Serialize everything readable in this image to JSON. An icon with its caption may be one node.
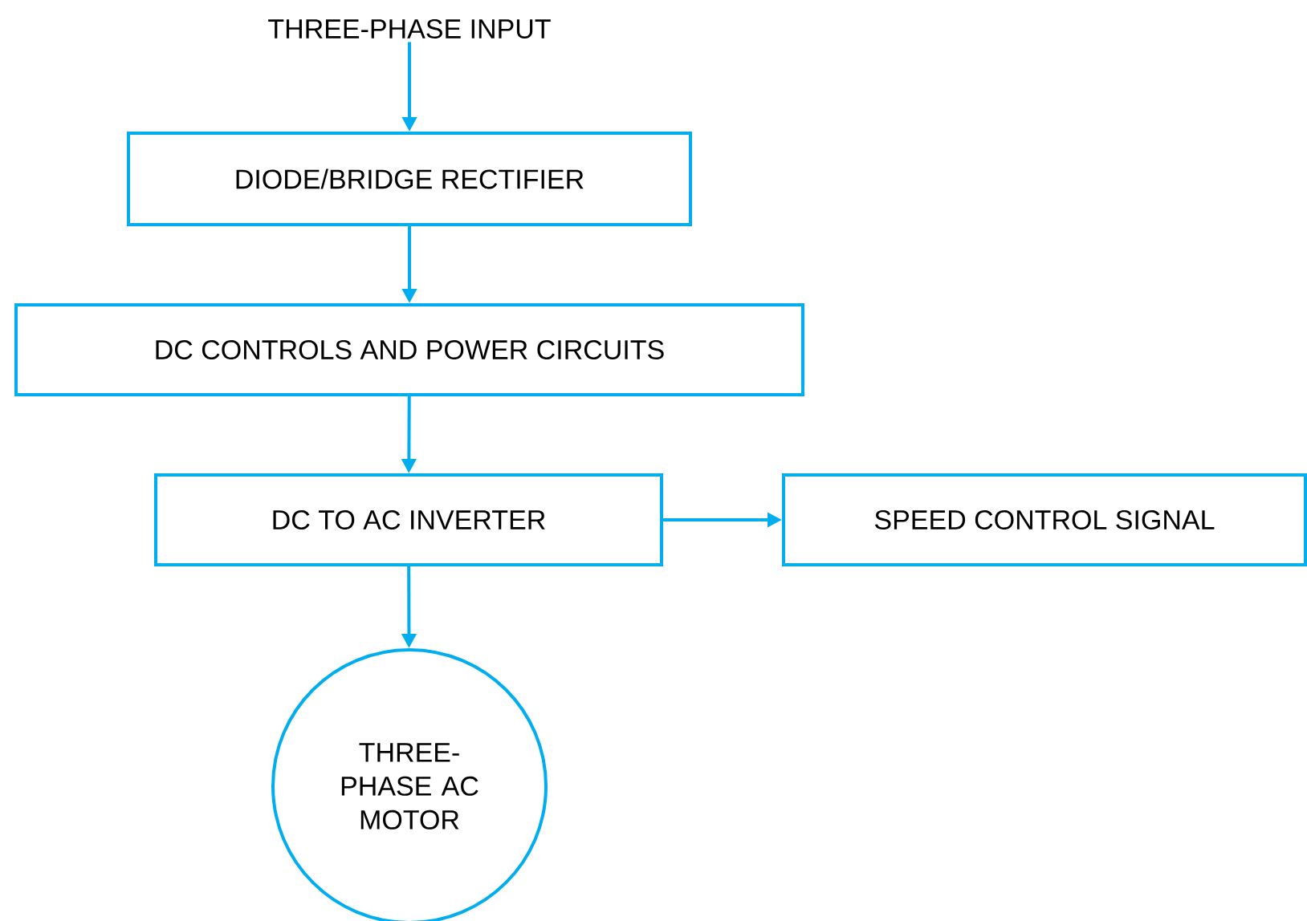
{
  "diagram": {
    "nodes": [
      {
        "text": [
          "THREE-PHASE INPUT"
        ]
      },
      {
        "text": [
          "DIODE/BRIDGE RECTIFIER"
        ]
      },
      {
        "text": [
          "DC CONTROLS AND POWER CIRCUITS"
        ]
      },
      {
        "text": [
          "DC TO AC INVERTER"
        ]
      },
      {
        "text": [
          "SPEED CONTROL SIGNAL"
        ]
      },
      {
        "text": [
          "THREE-PHASE AC MOTOR"
        ]
      }
    ],
    "edges": [
      {
        "from": 0,
        "to": 1,
        "arrow": "to"
      },
      {
        "from": 1,
        "to": 2,
        "arrow": "to"
      },
      {
        "from": 2,
        "to": 3,
        "arrow": "to"
      },
      {
        "from": 3,
        "to": 4,
        "arrow": "to"
      },
      {
        "from": 3,
        "to": 5,
        "arrow": "to"
      }
    ]
  }
}
